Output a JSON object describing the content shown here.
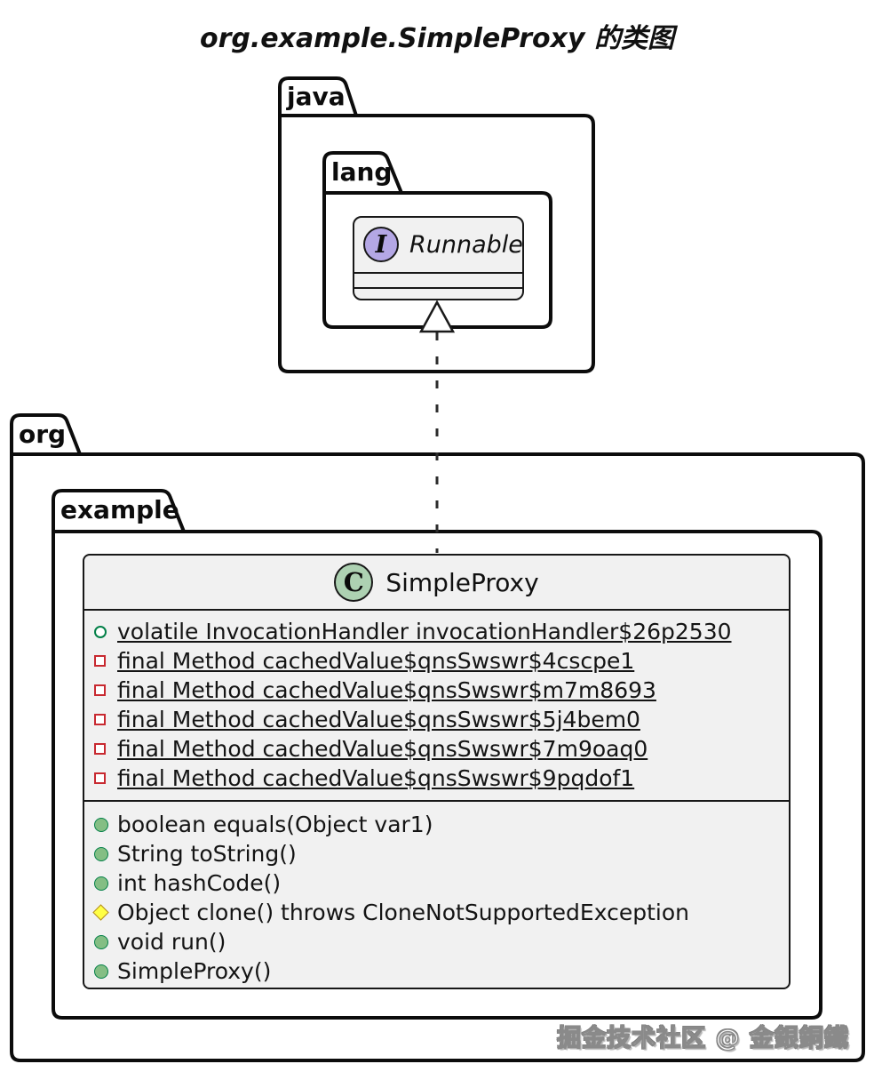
{
  "title": "org.example.SimpleProxy 的类图",
  "watermark": "掘金技术社区 @ 金銀銅鐵",
  "packages": {
    "java": {
      "label": "java"
    },
    "lang": {
      "label": "lang"
    },
    "org": {
      "label": "org"
    },
    "example": {
      "label": "example"
    }
  },
  "interface": {
    "badge": "I",
    "name": "Runnable"
  },
  "class": {
    "badge": "C",
    "name": "SimpleProxy",
    "fields": [
      {
        "icon": "circle-open-green",
        "static": true,
        "text": "volatile InvocationHandler invocationHandler$26p2530"
      },
      {
        "icon": "square-open-red",
        "static": true,
        "text": "final Method cachedValue$qnsSwswr$4cscpe1"
      },
      {
        "icon": "square-open-red",
        "static": true,
        "text": "final Method cachedValue$qnsSwswr$m7m8693"
      },
      {
        "icon": "square-open-red",
        "static": true,
        "text": "final Method cachedValue$qnsSwswr$5j4bem0"
      },
      {
        "icon": "square-open-red",
        "static": true,
        "text": "final Method cachedValue$qnsSwswr$7m9oaq0"
      },
      {
        "icon": "square-open-red",
        "static": true,
        "text": "final Method cachedValue$qnsSwswr$9pqdof1"
      }
    ],
    "methods": [
      {
        "icon": "circle-green",
        "text": "boolean equals(Object var1)"
      },
      {
        "icon": "circle-green",
        "text": "String toString()"
      },
      {
        "icon": "circle-green",
        "text": "int hashCode()"
      },
      {
        "icon": "diamond-yellow",
        "text": "Object clone() throws CloneNotSupportedException"
      },
      {
        "icon": "circle-green",
        "text": "void run()"
      },
      {
        "icon": "circle-green",
        "text": "SimpleProxy()"
      }
    ]
  },
  "relationship": {
    "type": "realization",
    "style": "dashed-hollow-triangle"
  },
  "colors": {
    "interface_badge": "#B4A7E5",
    "class_badge": "#ADD1B2",
    "box_fill": "#F1F1F1",
    "border": "#181818",
    "public_icon_fill": "#84BE84",
    "public_icon_border": "#038048",
    "private_icon_border": "#C82930",
    "protected_icon_fill": "#FFFF44",
    "protected_icon_border": "#B38D22"
  }
}
